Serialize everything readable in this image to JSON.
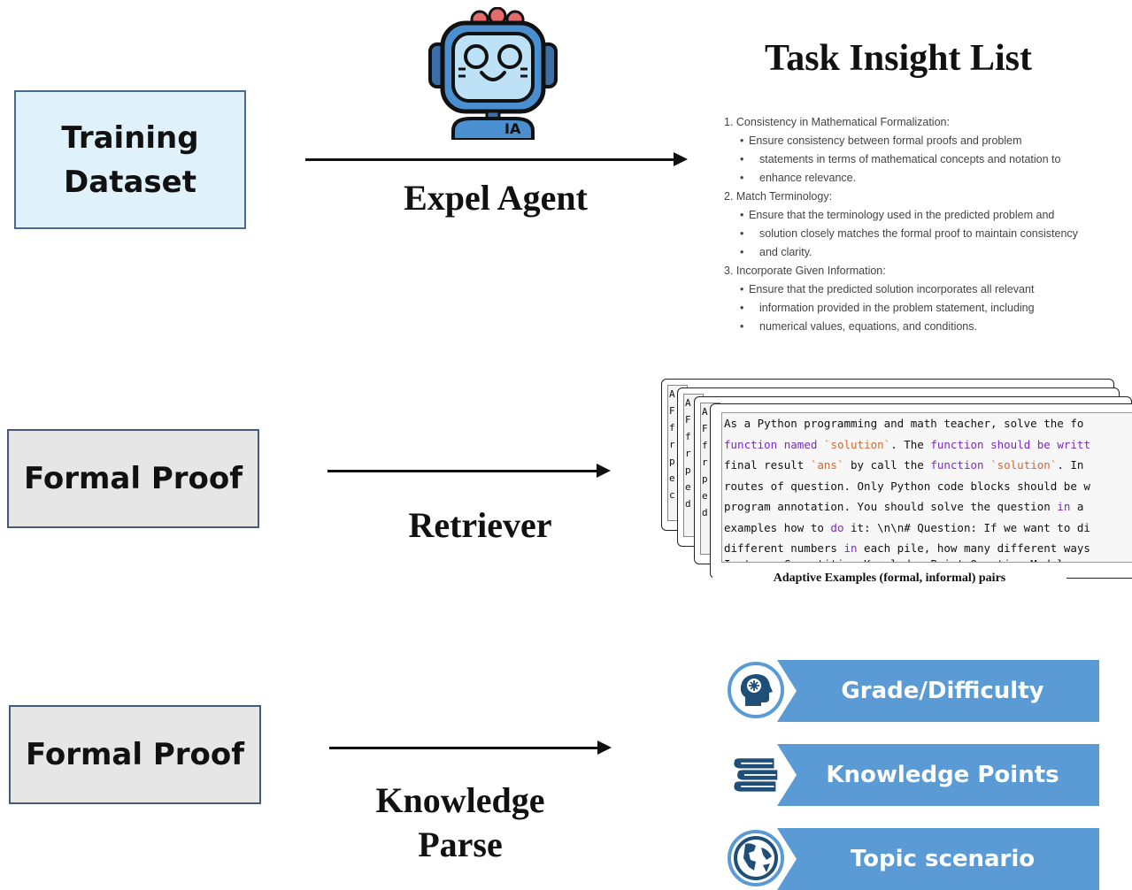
{
  "rows": [
    {
      "box_label": "Training Dataset",
      "process_label": "Expel Agent"
    },
    {
      "box_label": "Formal Proof",
      "process_label": "Retriever"
    },
    {
      "box_label": "Formal Proof",
      "process_label": "Knowledge Parse"
    }
  ],
  "agent_badge": "IA",
  "insight_list": {
    "title": "Task Insight List",
    "items": [
      {
        "heading": "1. Consistency in Mathematical Formalization:",
        "lines": [
          "Ensure consistency between formal proofs and problem",
          "statements in terms of mathematical concepts and notation to",
          "enhance relevance."
        ]
      },
      {
        "heading": "2. Match Terminology:",
        "lines": [
          "Ensure that the terminology used in the predicted problem and",
          "solution closely matches the formal proof to maintain consistency",
          "and clarity."
        ]
      },
      {
        "heading": "3. Incorporate Given Information:",
        "lines": [
          "Ensure that the predicted solution incorporates all relevant",
          "information provided in the problem statement, including",
          "numerical values, equations, and conditions."
        ]
      }
    ]
  },
  "examples": {
    "caption": "Adaptive Examples (formal, informal) pairs",
    "code_lines": [
      "As a Python programming and math teacher, solve the fo",
      "function named `solution`. The function should be writt",
      "final result `ans` by call the function `solution`. In",
      "routes of question. Only Python code blocks should be w",
      "program annotation. You should solve the question in a",
      "examples how to do it: \\n\\n# Question: If we want to di",
      "different numbers in each pile, how many different ways",
      "Instance Competition Knowledge Point Question Model"
    ]
  },
  "knowledge": [
    {
      "label": "Grade/Difficulty",
      "icon": "brain-head-icon"
    },
    {
      "label": "Knowledge Points",
      "icon": "books-icon"
    },
    {
      "label": "Topic scenario",
      "icon": "globe-icon"
    }
  ]
}
